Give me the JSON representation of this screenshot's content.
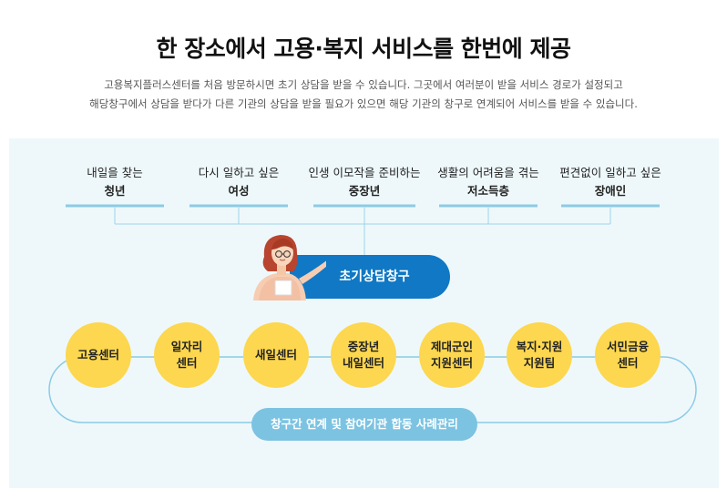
{
  "header": {
    "title": "한 장소에서 고용·복지 서비스를 한번에 제공",
    "description_line1": "고용복지플러스센터를 처음 방문하시면 초기 상담을 받을 수 있습니다. 그곳에서 여러분이 받을 서비스 경로가 설정되고",
    "description_line2": "해당창구에서 상담을 받다가 다른 기관의 상담을 받을 필요가 있으면 해당 기관의 창구로 연계되어 서비스를 받을 수 있습니다."
  },
  "target_groups": [
    {
      "desc": "내일을 찾는",
      "name": "청년"
    },
    {
      "desc": "다시 일하고 싶은",
      "name": "여성"
    },
    {
      "desc": "인생 이모작을 준비하는",
      "name": "중장년"
    },
    {
      "desc": "생활의 어려움을 겪는",
      "name": "저소득층"
    },
    {
      "desc": "편견없이 일하고 싶은",
      "name": "장애인"
    }
  ],
  "initial_counter": "초기상담창구",
  "centers": [
    {
      "label": "고용센터"
    },
    {
      "label": "일자리\n센터"
    },
    {
      "label": "새일센터"
    },
    {
      "label": "중장년\n내일센터"
    },
    {
      "label": "제대군인\n지원센터"
    },
    {
      "label": "복지·지원\n지원팀"
    },
    {
      "label": "서민금융\n센터"
    }
  ],
  "bottom_label": "창구간 연계 및 참여기관 합동 사례관리",
  "colors": {
    "accent_blue": "#1078c4",
    "line_blue": "#7cc3e2",
    "circle_yellow": "#fcd74f",
    "panel_bg": "#eef8fb"
  }
}
